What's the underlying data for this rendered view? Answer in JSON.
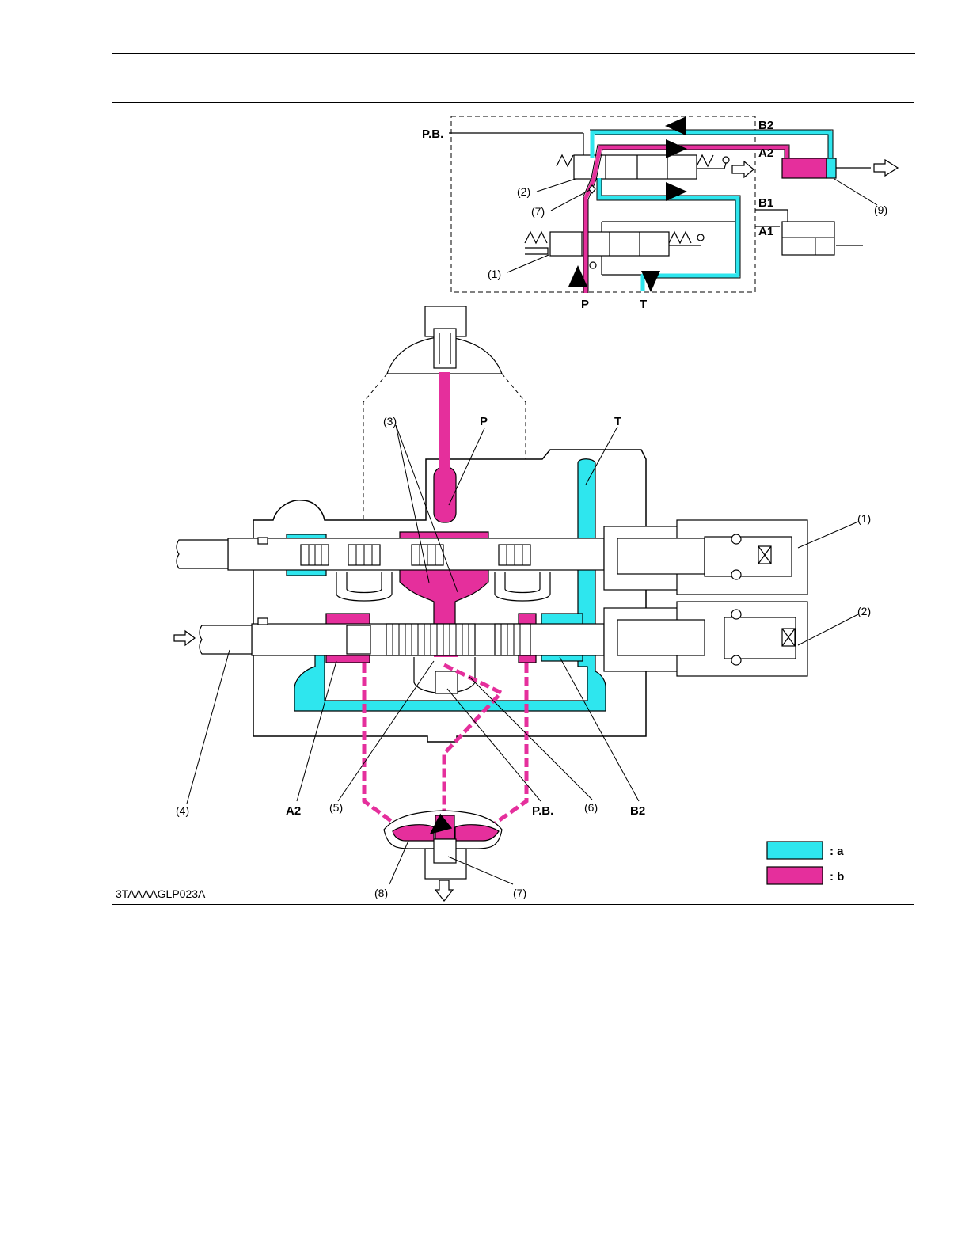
{
  "figure_id": "3TAAAAGLP023A",
  "schematic_labels": {
    "pb": "P.B.",
    "b2": "B2",
    "a2": "A2",
    "b1": "B1",
    "a1": "A1",
    "p": "P",
    "t": "T",
    "ref_1": "(1)",
    "ref_2": "(2)",
    "ref_7": "(7)",
    "ref_9": "(9)"
  },
  "section_labels": {
    "ref_3": "(3)",
    "p": "P",
    "t": "T",
    "ref_1": "(1)",
    "ref_2": "(2)",
    "ref_4": "(4)",
    "a2": "A2",
    "ref_5": "(5)",
    "pb": "P.B.",
    "ref_6": "(6)",
    "b2": "B2",
    "ref_8": "(8)",
    "ref_7": "(7)"
  },
  "legend": [
    {
      "label": ": a",
      "color": "#2ee6ee"
    },
    {
      "label": ": b",
      "color": "#e52f9c"
    }
  ],
  "colors": {
    "cyan": "#2ee6ee",
    "magenta": "#e52f9c"
  }
}
